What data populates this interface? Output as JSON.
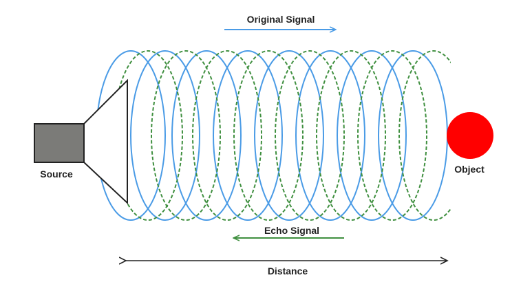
{
  "labels": {
    "original_signal": "Original Signal",
    "echo_signal": "Echo Signal",
    "source": "Source",
    "object": "Object",
    "distance": "Distance"
  },
  "colors": {
    "original_wave": "#4a9be6",
    "echo_wave": "#3f8f3f",
    "source_fill": "#7b7b78",
    "object_fill": "#ff0000",
    "outline": "#222222"
  }
}
